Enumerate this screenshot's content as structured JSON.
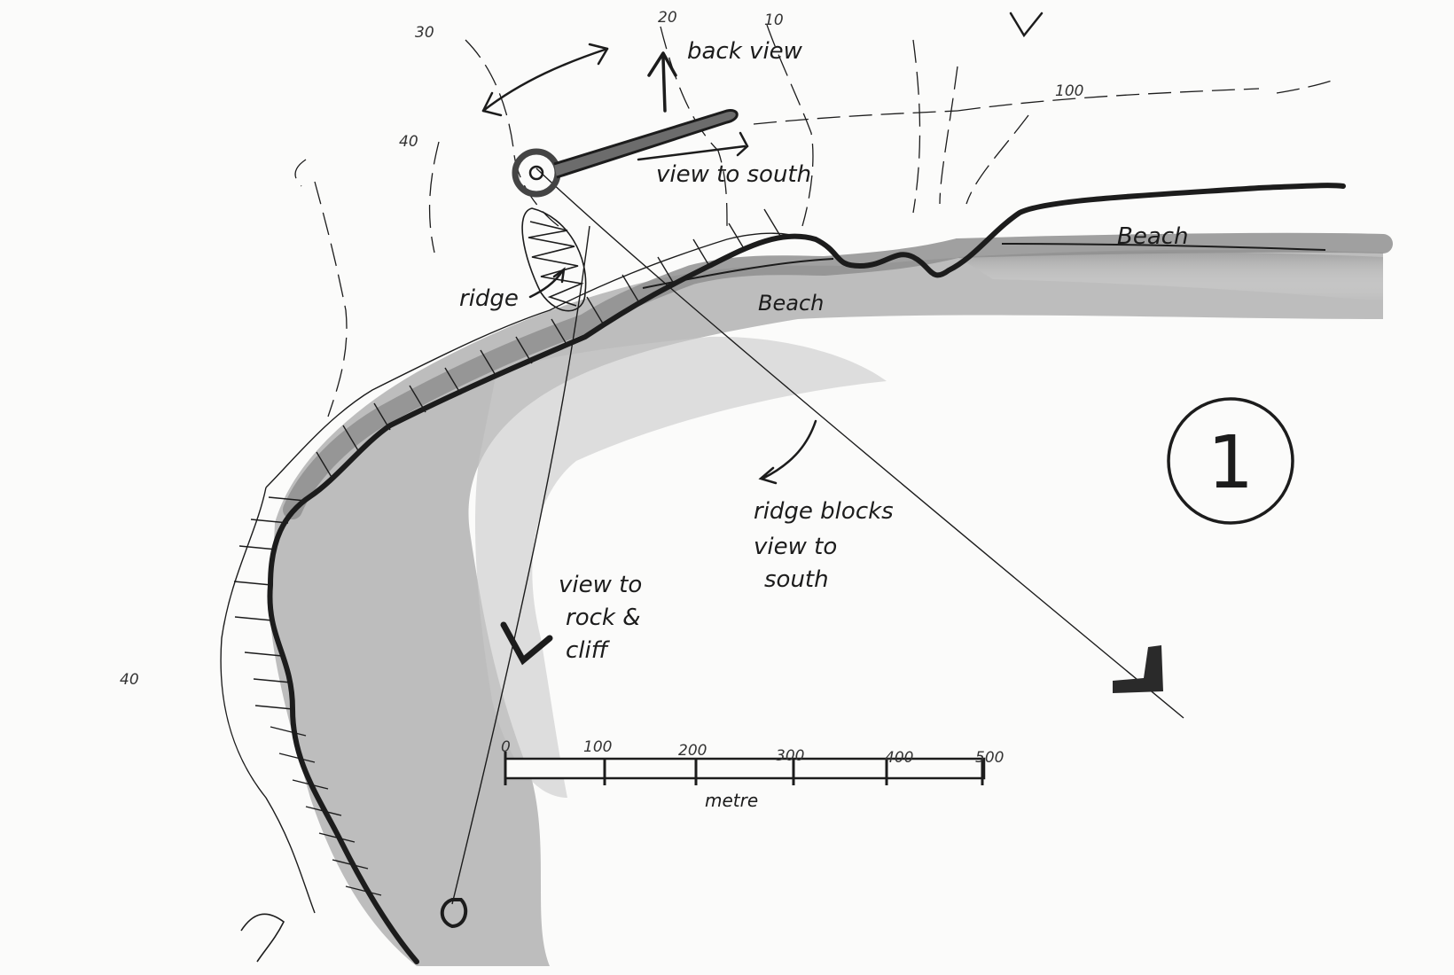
{
  "labels": {
    "back_view": "back view",
    "view_to_south": "view to south",
    "ridge": "ridge",
    "beach_east": "Beach",
    "beach_bay": "Beach",
    "ridge_blocks_line1": "ridge blocks",
    "ridge_blocks_line2": "view to",
    "ridge_blocks_line3": "south",
    "view_rock_line1": "view to",
    "view_rock_line2": "rock &",
    "view_rock_line3": "cliff",
    "badge_number": "1"
  },
  "contours": {
    "c30": "30",
    "c20": "20",
    "c10": "10",
    "c40": "40",
    "c100": "100",
    "c_left": "40"
  },
  "scale_bar": {
    "unit": "metre",
    "ticks": [
      "0",
      "100",
      "200",
      "300",
      "400",
      "500"
    ]
  },
  "colors": {
    "ink": "#1c1c1c",
    "sea_dark": "#8f8f8f",
    "sea_mid": "#b8b8b8",
    "shore_band": "#9a9a9a",
    "paper": "#fbfbfa"
  }
}
